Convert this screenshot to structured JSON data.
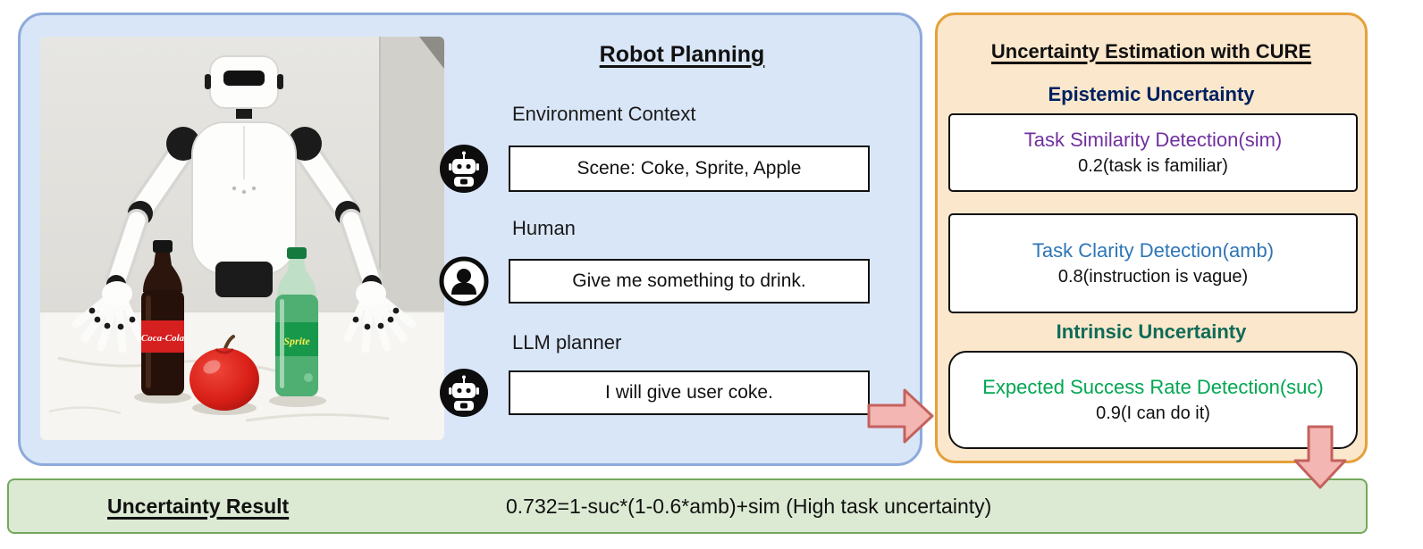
{
  "left_panel": {
    "title": "Robot Planning",
    "rows": [
      {
        "label": "Environment Context",
        "icon": "robot-icon",
        "text": "Scene: Coke, Sprite, Apple"
      },
      {
        "label": "Human",
        "icon": "person-icon",
        "text": "Give me something to drink."
      },
      {
        "label": "LLM planner",
        "icon": "robot-icon",
        "text": "I will give user coke."
      }
    ]
  },
  "photo": {
    "coke_label": "Coca-Cola",
    "sprite_label": "Sprite"
  },
  "right_panel": {
    "title": "Uncertainty Estimation with CURE",
    "epistemic": {
      "heading": "Epistemic Uncertainty",
      "boxes": [
        {
          "title": "Task Similarity Detection(sim)",
          "value": "0.2(task is familiar)",
          "title_color": "#7030a0"
        },
        {
          "title": "Task Clarity Detection(amb)",
          "value": "0.8(instruction is vague)",
          "title_color": "#2e75b6"
        }
      ]
    },
    "intrinsic": {
      "heading": "Intrinsic Uncertainty",
      "boxes": [
        {
          "title": "Expected Success Rate Detection(suc)",
          "value": "0.9(I can do it)",
          "title_color": "#00a651"
        }
      ]
    }
  },
  "result_bar": {
    "label": "Uncertainty Result",
    "formula": "0.732=1-suc*(1-0.6*amb)+sim (High task uncertainty)"
  },
  "colors": {
    "left_panel_bg": "#d9e6f8",
    "left_panel_border": "#8eaadb",
    "right_panel_bg": "#fbe7cb",
    "right_panel_border": "#e4a13b",
    "result_bar_bg": "#dcead3",
    "result_bar_border": "#74a85c",
    "epistemic_heading": "#002060",
    "intrinsic_heading": "#0e6b58",
    "arrow_fill": "#f3b6b2",
    "arrow_stroke": "#c4625e"
  }
}
